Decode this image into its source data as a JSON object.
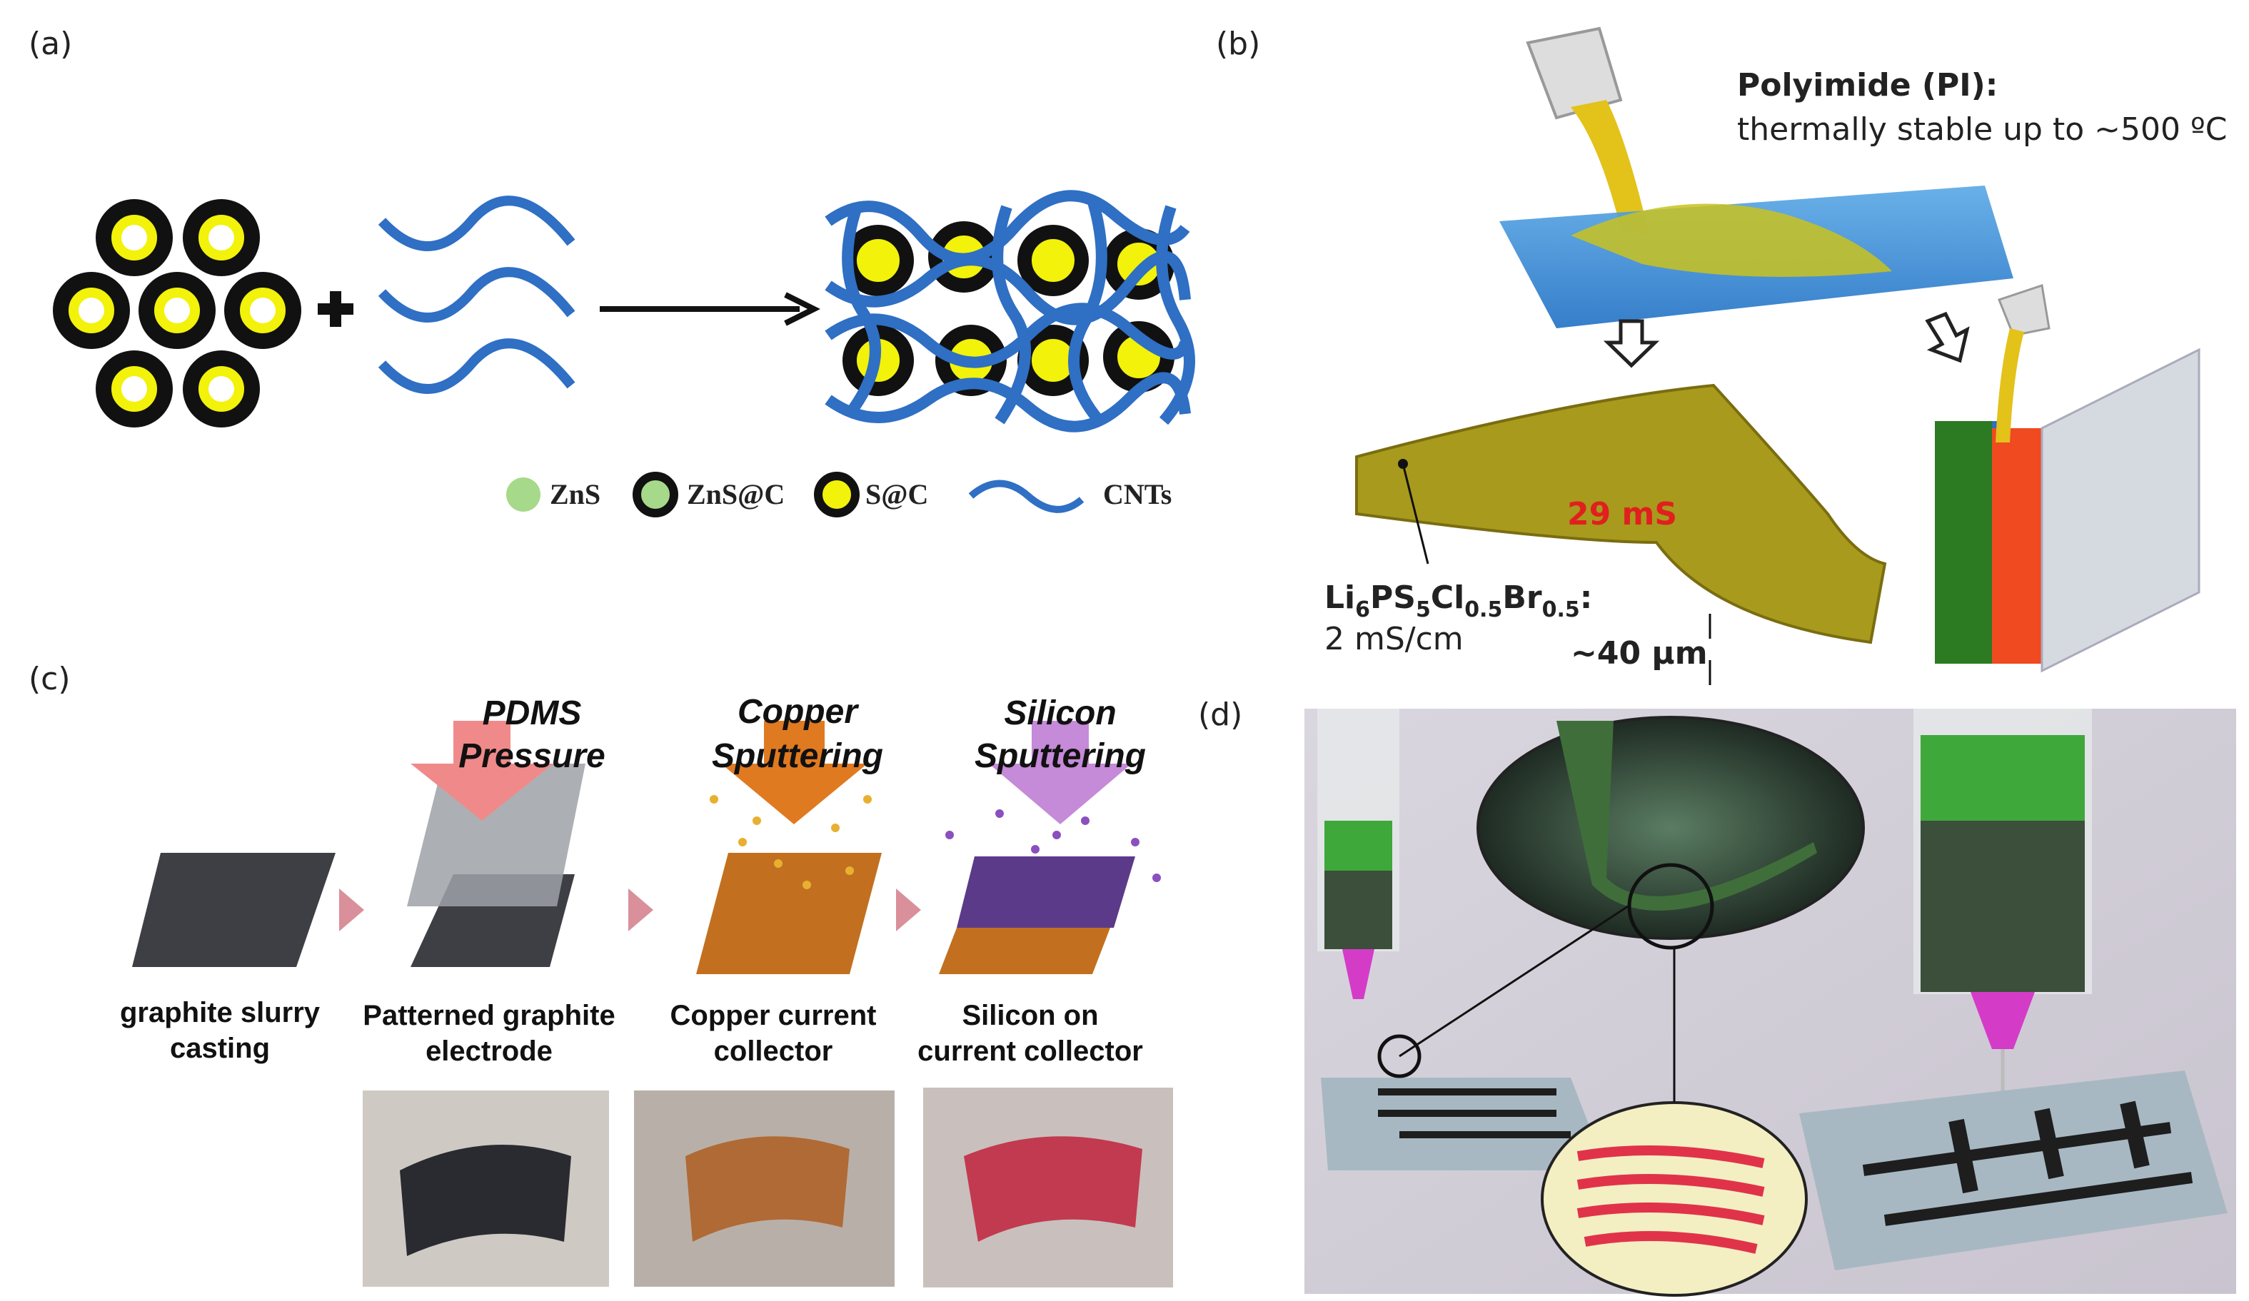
{
  "panels": {
    "a": {
      "label": "(a)",
      "legend": [
        "ZnS",
        "ZnS@C",
        "S@C",
        "CNTs"
      ],
      "colors": {
        "yellow": "#f2f20a",
        "black": "#111111",
        "cnt_blue": "#2f6fc4",
        "zns_green": "#a6d98a"
      }
    },
    "b": {
      "label": "(b)",
      "title": "Polyimide (PI):",
      "subtitle": "thermally stable up to ~500 ºC",
      "conductance": "29 mS",
      "formula_parts": [
        "Li",
        "6",
        "PS",
        "5",
        "Cl",
        "0.5",
        "Br",
        "0.5",
        ":"
      ],
      "conductivity": "2 mS/cm",
      "thickness": "~40 µm"
    },
    "c": {
      "label": "(c)",
      "steps": [
        {
          "title": [
            "PDMS",
            "Pressure"
          ],
          "caption": [
            "Patterned graphite",
            "electrode"
          ],
          "color": "#f08a8a"
        },
        {
          "title": [
            "Copper",
            "Sputtering"
          ],
          "caption": [
            "Copper current",
            "collector"
          ],
          "color": "#e07a20"
        },
        {
          "title": [
            "Silicon",
            "Sputtering"
          ],
          "caption": [
            "Silicon on",
            "current collector"
          ],
          "color": "#c58ad8"
        }
      ],
      "first_caption": [
        "graphite slurry",
        "casting"
      ]
    },
    "d": {
      "label": "(d)"
    }
  }
}
